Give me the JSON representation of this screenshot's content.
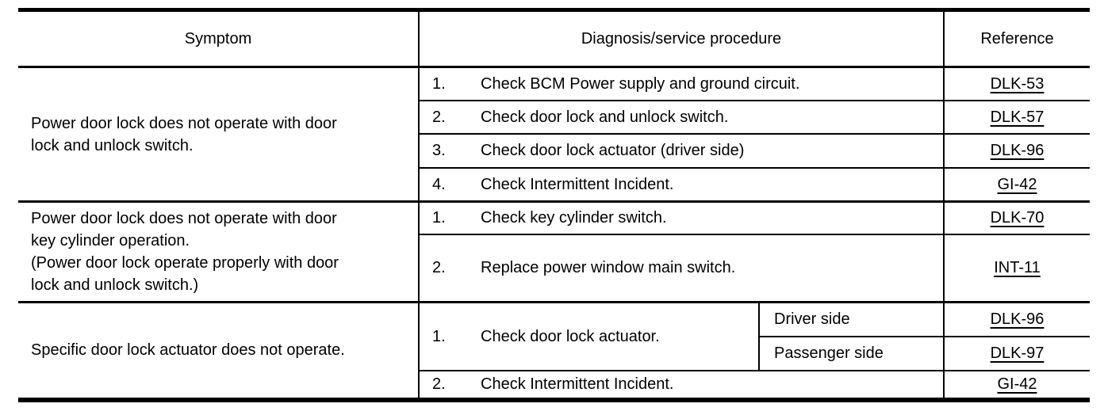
{
  "table": {
    "header": {
      "symptom": "Symptom",
      "procedure": "Diagnosis/service procedure",
      "reference": "Reference"
    },
    "groups": [
      {
        "symptom": "Power door lock does not operate with door\nlock and unlock switch.",
        "steps": [
          {
            "num": "1.",
            "text": "Check BCM Power supply and ground circuit.",
            "ref": "DLK-53"
          },
          {
            "num": "2.",
            "text": "Check door lock and unlock switch.",
            "ref": "DLK-57"
          },
          {
            "num": "3.",
            "text": "Check door lock actuator (driver side)",
            "ref": "DLK-96"
          },
          {
            "num": "4.",
            "text": "Check Intermittent Incident.",
            "ref": "GI-42"
          }
        ]
      },
      {
        "symptom": "Power door lock does not operate with door\nkey cylinder operation.\n(Power door lock operate properly with door\nlock and unlock switch.)",
        "steps": [
          {
            "num": "1.",
            "text": "Check key cylinder switch.",
            "ref": "DLK-70"
          },
          {
            "num": "2.",
            "text": "Replace power window main switch.",
            "ref": "INT-11"
          }
        ]
      },
      {
        "symptom": "Specific door lock actuator does not operate.",
        "steps": [
          {
            "num": "1.",
            "text": "Check door lock actuator.",
            "subs": [
              {
                "label": "Driver side",
                "ref": "DLK-96"
              },
              {
                "label": "Passenger side",
                "ref": "DLK-97"
              }
            ]
          },
          {
            "num": "2.",
            "text": "Check Intermittent Incident.",
            "ref": "GI-42"
          }
        ]
      }
    ]
  },
  "colors": {
    "text": "#000000",
    "rule": "#000000",
    "background": "#ffffff"
  }
}
